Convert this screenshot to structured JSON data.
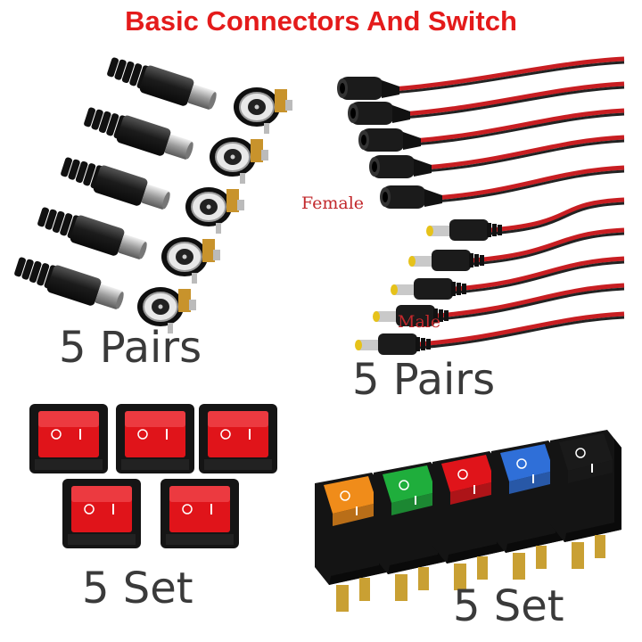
{
  "title": "Basic Connectors And Switch",
  "title_color": "#e41b1b",
  "sections": {
    "dc_plug_jack": {
      "count_label": "5 Pairs"
    },
    "pigtail_cables": {
      "count_label": "5 Pairs",
      "female_label": "Female",
      "male_label": "Male"
    },
    "red_rocker_switch": {
      "count_label": "5 Set"
    },
    "lit_rocker_switch": {
      "count_label": "5 Set"
    }
  },
  "colors": {
    "rocker_red": "#e0141a",
    "rocker_orange": "#f08c1a",
    "rocker_green": "#1fae3c",
    "rocker_blue": "#2f6fd8",
    "rocker_black": "#1a1a1a",
    "wire_red": "#c81e22",
    "tip_yellow": "#e6c21a"
  }
}
